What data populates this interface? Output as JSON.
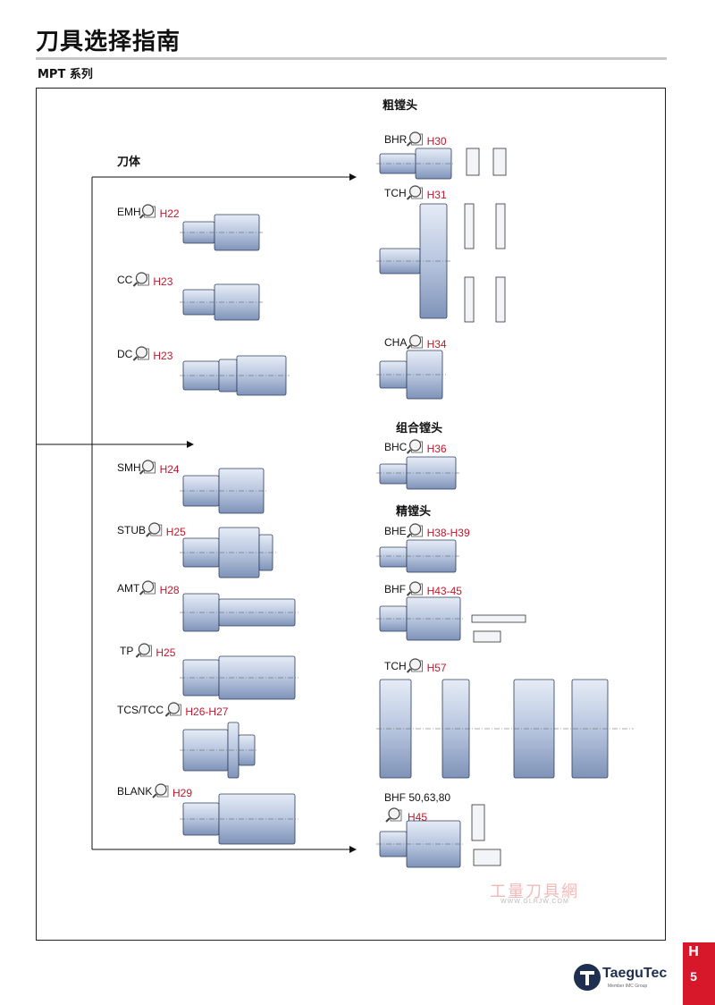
{
  "header": {
    "title": "刀具选择指南",
    "subtitle": "MPT 系列"
  },
  "sections": {
    "body": "刀体",
    "rough": "粗镗头",
    "combo": "组合镗头",
    "fine": "精镗头"
  },
  "left_items": [
    {
      "label": "EMH",
      "ref": "H22"
    },
    {
      "label": "CC",
      "ref": "H23"
    },
    {
      "label": "DC",
      "ref": "H23"
    },
    {
      "label": "SMH",
      "ref": "H24"
    },
    {
      "label": "STUB",
      "ref": "H25"
    },
    {
      "label": "AMT",
      "ref": "H28"
    },
    {
      "label": "TP",
      "ref": "H25"
    },
    {
      "label": "TCS/TCC",
      "ref": "H26-H27"
    },
    {
      "label": "BLANK",
      "ref": "H29"
    }
  ],
  "right_items": [
    {
      "label": "BHR",
      "ref": "H30"
    },
    {
      "label": "TCH",
      "ref": "H31"
    },
    {
      "label": "CHA",
      "ref": "H34"
    },
    {
      "label": "BHC",
      "ref": "H36"
    },
    {
      "label": "BHE",
      "ref": "H38-H39"
    },
    {
      "label": "BHF",
      "ref": "H43-45"
    },
    {
      "label": "TCH",
      "ref": "H57"
    },
    {
      "label": "BHF 50,63,80",
      "ref": "H45"
    }
  ],
  "side_tab": {
    "letter": "H",
    "page": "5"
  },
  "brand": {
    "name": "TaeguTec",
    "tagline": "Member IMC Group"
  },
  "watermark": {
    "cn": "工量刀具網",
    "url": "WWW.GLRJW.COM"
  },
  "colors": {
    "accent": "#d7182a",
    "ref_red": "#c0172c",
    "tool_blue": "#bcc9e0",
    "tool_dark": "#4a5d86"
  }
}
